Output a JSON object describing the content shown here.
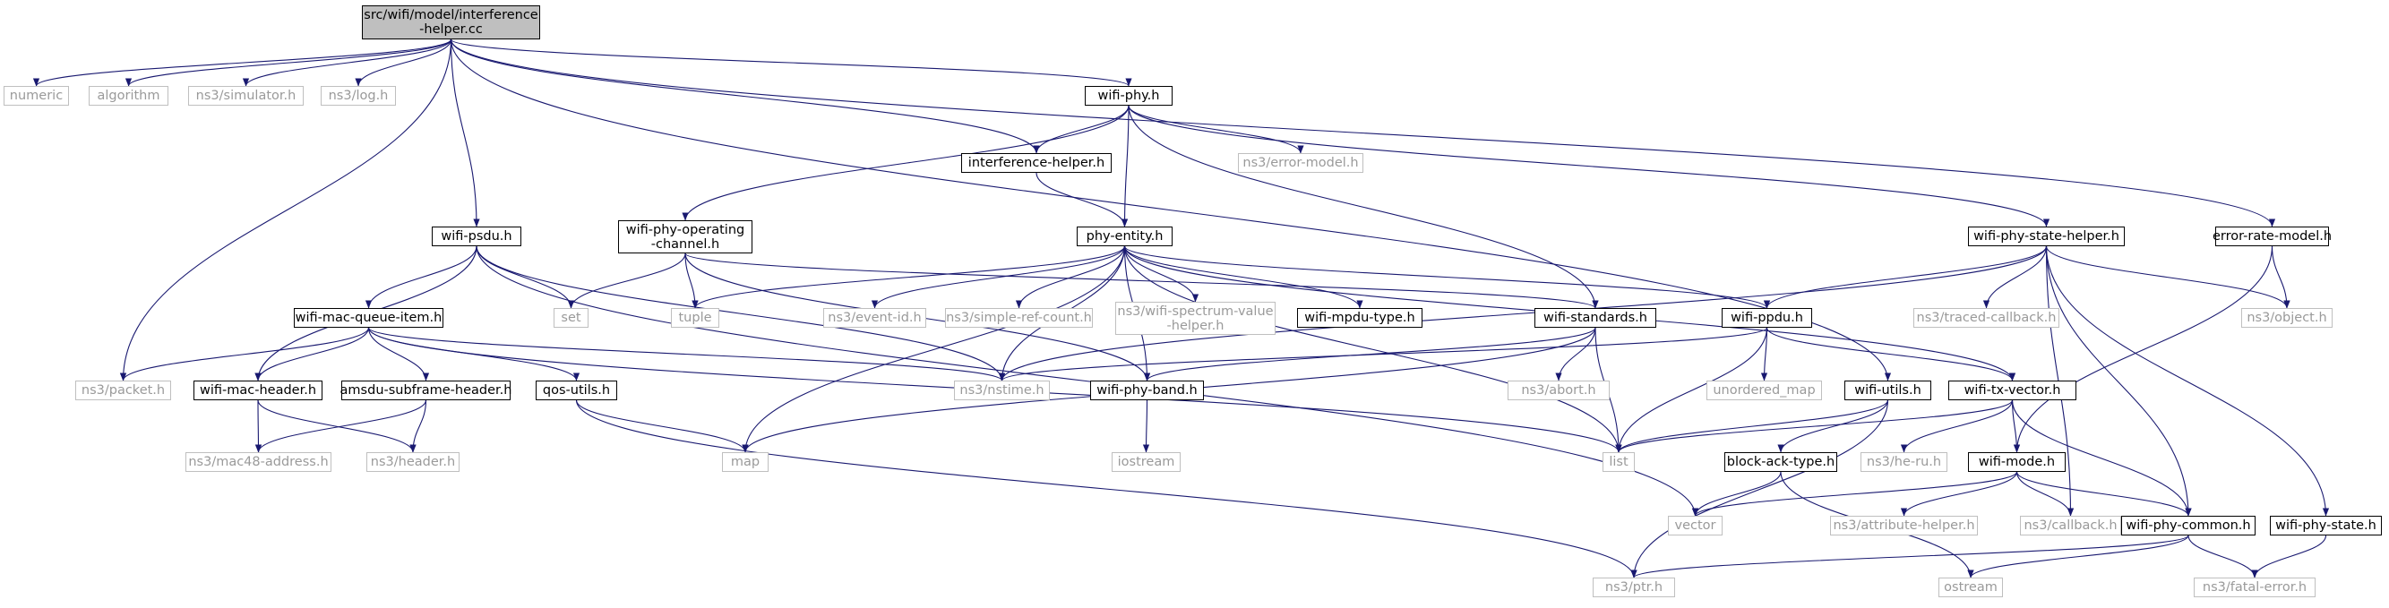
{
  "colors": {
    "edge": "#191970",
    "root_fill": "#bfbfbf",
    "doc_border": "#000000",
    "ext_border": "#bfbfbf",
    "ext_text": "#9a9a9a"
  },
  "nodes": [
    {
      "id": "root",
      "label": "src/wifi/model/interference\n-helper.cc",
      "kind": "root"
    },
    {
      "id": "numeric",
      "label": "numeric",
      "kind": "ext"
    },
    {
      "id": "algorithm",
      "label": "algorithm",
      "kind": "ext"
    },
    {
      "id": "simulator",
      "label": "ns3/simulator.h",
      "kind": "ext"
    },
    {
      "id": "log",
      "label": "ns3/log.h",
      "kind": "ext"
    },
    {
      "id": "wifiphy",
      "label": "wifi-phy.h",
      "kind": "doc"
    },
    {
      "id": "interference",
      "label": "interference-helper.h",
      "kind": "doc"
    },
    {
      "id": "errormodel",
      "label": "ns3/error-model.h",
      "kind": "ext"
    },
    {
      "id": "wifipsdu",
      "label": "wifi-psdu.h",
      "kind": "doc"
    },
    {
      "id": "opchannel",
      "label": "wifi-phy-operating\n-channel.h",
      "kind": "doc"
    },
    {
      "id": "phyentity",
      "label": "phy-entity.h",
      "kind": "doc"
    },
    {
      "id": "statehelper",
      "label": "wifi-phy-state-helper.h",
      "kind": "doc"
    },
    {
      "id": "errorrate",
      "label": "error-rate-model.h",
      "kind": "doc"
    },
    {
      "id": "set",
      "label": "set",
      "kind": "ext"
    },
    {
      "id": "tuple",
      "label": "tuple",
      "kind": "ext"
    },
    {
      "id": "eventid",
      "label": "ns3/event-id.h",
      "kind": "ext"
    },
    {
      "id": "simpleref",
      "label": "ns3/simple-ref-count.h",
      "kind": "ext"
    },
    {
      "id": "spectrum",
      "label": "ns3/wifi-spectrum-value\n-helper.h",
      "kind": "ext"
    },
    {
      "id": "mpdutype",
      "label": "wifi-mpdu-type.h",
      "kind": "doc"
    },
    {
      "id": "standards",
      "label": "wifi-standards.h",
      "kind": "doc"
    },
    {
      "id": "ppdu",
      "label": "wifi-ppdu.h",
      "kind": "doc"
    },
    {
      "id": "traced",
      "label": "ns3/traced-callback.h",
      "kind": "ext"
    },
    {
      "id": "object",
      "label": "ns3/object.h",
      "kind": "ext"
    },
    {
      "id": "queueitem",
      "label": "wifi-mac-queue-item.h",
      "kind": "doc"
    },
    {
      "id": "packet",
      "label": "ns3/packet.h",
      "kind": "ext"
    },
    {
      "id": "macheader",
      "label": "wifi-mac-header.h",
      "kind": "doc"
    },
    {
      "id": "amsdu",
      "label": "amsdu-subframe-header.h",
      "kind": "doc"
    },
    {
      "id": "qosutils",
      "label": "qos-utils.h",
      "kind": "doc"
    },
    {
      "id": "nstime",
      "label": "ns3/nstime.h",
      "kind": "ext"
    },
    {
      "id": "band",
      "label": "wifi-phy-band.h",
      "kind": "doc"
    },
    {
      "id": "abort",
      "label": "ns3/abort.h",
      "kind": "ext"
    },
    {
      "id": "umap",
      "label": "unordered_map",
      "kind": "ext"
    },
    {
      "id": "utils",
      "label": "wifi-utils.h",
      "kind": "doc"
    },
    {
      "id": "txvector",
      "label": "wifi-tx-vector.h",
      "kind": "doc"
    },
    {
      "id": "mac48",
      "label": "ns3/mac48-address.h",
      "kind": "ext"
    },
    {
      "id": "header",
      "label": "ns3/header.h",
      "kind": "ext"
    },
    {
      "id": "map",
      "label": "map",
      "kind": "ext"
    },
    {
      "id": "iostream",
      "label": "iostream",
      "kind": "ext"
    },
    {
      "id": "list",
      "label": "list",
      "kind": "ext"
    },
    {
      "id": "blockack",
      "label": "block-ack-type.h",
      "kind": "doc"
    },
    {
      "id": "heru",
      "label": "ns3/he-ru.h",
      "kind": "ext"
    },
    {
      "id": "wifimode",
      "label": "wifi-mode.h",
      "kind": "doc"
    },
    {
      "id": "vector",
      "label": "vector",
      "kind": "ext"
    },
    {
      "id": "attrhelper",
      "label": "ns3/attribute-helper.h",
      "kind": "ext"
    },
    {
      "id": "callback",
      "label": "ns3/callback.h",
      "kind": "ext"
    },
    {
      "id": "phycommon",
      "label": "wifi-phy-common.h",
      "kind": "doc"
    },
    {
      "id": "phystate",
      "label": "wifi-phy-state.h",
      "kind": "doc"
    },
    {
      "id": "ptr",
      "label": "ns3/ptr.h",
      "kind": "ext"
    },
    {
      "id": "ostream",
      "label": "ostream",
      "kind": "ext"
    },
    {
      "id": "fatal",
      "label": "ns3/fatal-error.h",
      "kind": "ext"
    }
  ],
  "edges": [
    [
      "root",
      "numeric"
    ],
    [
      "root",
      "algorithm"
    ],
    [
      "root",
      "simulator"
    ],
    [
      "root",
      "log"
    ],
    [
      "root",
      "wifiphy"
    ],
    [
      "root",
      "interference"
    ],
    [
      "root",
      "wifipsdu"
    ],
    [
      "root",
      "packet"
    ],
    [
      "root",
      "utils"
    ],
    [
      "root",
      "errorrate"
    ],
    [
      "wifiphy",
      "interference"
    ],
    [
      "wifiphy",
      "errormodel"
    ],
    [
      "wifiphy",
      "opchannel"
    ],
    [
      "wifiphy",
      "phyentity"
    ],
    [
      "wifiphy",
      "statehelper"
    ],
    [
      "wifiphy",
      "standards"
    ],
    [
      "interference",
      "phyentity"
    ],
    [
      "wifipsdu",
      "set"
    ],
    [
      "wifipsdu",
      "queueitem"
    ],
    [
      "wifipsdu",
      "macheader"
    ],
    [
      "wifipsdu",
      "nstime"
    ],
    [
      "wifipsdu",
      "vector"
    ],
    [
      "opchannel",
      "set"
    ],
    [
      "opchannel",
      "tuple"
    ],
    [
      "opchannel",
      "standards"
    ],
    [
      "opchannel",
      "band"
    ],
    [
      "phyentity",
      "tuple"
    ],
    [
      "phyentity",
      "eventid"
    ],
    [
      "phyentity",
      "simpleref"
    ],
    [
      "phyentity",
      "spectrum"
    ],
    [
      "phyentity",
      "mpdutype"
    ],
    [
      "phyentity",
      "ppdu"
    ],
    [
      "phyentity",
      "txvector"
    ],
    [
      "phyentity",
      "nstime"
    ],
    [
      "phyentity",
      "map"
    ],
    [
      "phyentity",
      "list"
    ],
    [
      "phyentity",
      "band"
    ],
    [
      "statehelper",
      "traced"
    ],
    [
      "statehelper",
      "object"
    ],
    [
      "statehelper",
      "ppdu"
    ],
    [
      "statehelper",
      "nstime"
    ],
    [
      "statehelper",
      "callback"
    ],
    [
      "statehelper",
      "phycommon"
    ],
    [
      "statehelper",
      "phystate"
    ],
    [
      "errorrate",
      "object"
    ],
    [
      "errorrate",
      "wifimode"
    ],
    [
      "queueitem",
      "packet"
    ],
    [
      "queueitem",
      "macheader"
    ],
    [
      "queueitem",
      "amsdu"
    ],
    [
      "queueitem",
      "qosutils"
    ],
    [
      "queueitem",
      "nstime"
    ],
    [
      "queueitem",
      "list"
    ],
    [
      "macheader",
      "mac48"
    ],
    [
      "macheader",
      "header"
    ],
    [
      "amsdu",
      "mac48"
    ],
    [
      "amsdu",
      "header"
    ],
    [
      "qosutils",
      "map"
    ],
    [
      "qosutils",
      "ptr"
    ],
    [
      "standards",
      "band"
    ],
    [
      "standards",
      "abort"
    ],
    [
      "standards",
      "list"
    ],
    [
      "standards",
      "map"
    ],
    [
      "ppdu",
      "umap"
    ],
    [
      "ppdu",
      "list"
    ],
    [
      "ppdu",
      "txvector"
    ],
    [
      "ppdu",
      "nstime"
    ],
    [
      "band",
      "iostream"
    ],
    [
      "utils",
      "blockack"
    ],
    [
      "utils",
      "list"
    ],
    [
      "utils",
      "ptr"
    ],
    [
      "txvector",
      "heru"
    ],
    [
      "txvector",
      "wifimode"
    ],
    [
      "txvector",
      "phycommon"
    ],
    [
      "txvector",
      "list"
    ],
    [
      "blockack",
      "vector"
    ],
    [
      "blockack",
      "ostream"
    ],
    [
      "wifimode",
      "vector"
    ],
    [
      "wifimode",
      "attrhelper"
    ],
    [
      "wifimode",
      "callback"
    ],
    [
      "wifimode",
      "phycommon"
    ],
    [
      "phycommon",
      "ptr"
    ],
    [
      "phycommon",
      "ostream"
    ],
    [
      "phycommon",
      "fatal"
    ],
    [
      "phystate",
      "fatal"
    ]
  ]
}
